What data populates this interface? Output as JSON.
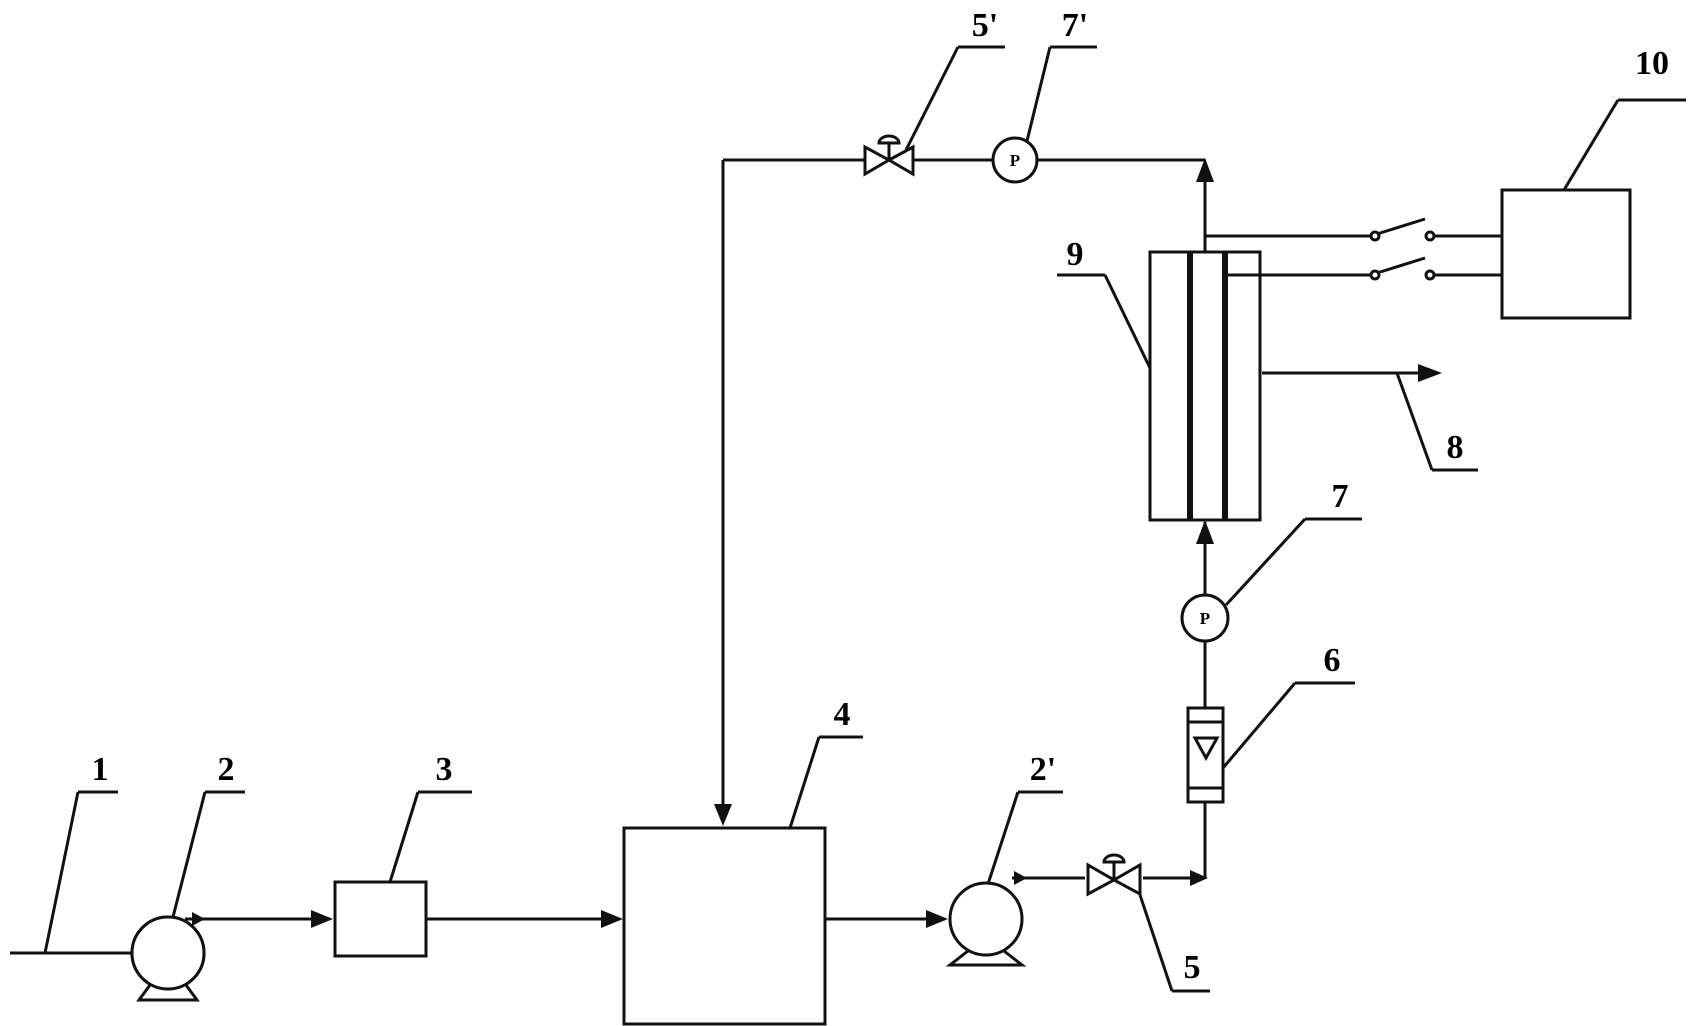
{
  "labels": {
    "l1": "1",
    "l2": "2",
    "l2p": "2'",
    "l3": "3",
    "l4": "4",
    "l5": "5",
    "l5p": "5'",
    "l6": "6",
    "l7": "7",
    "l7p": "7'",
    "l8": "8",
    "l9": "9",
    "l10": "10"
  },
  "gauge_symbol": "P"
}
